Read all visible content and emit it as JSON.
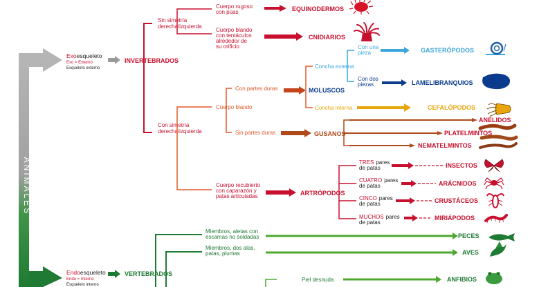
{
  "colors": {
    "red": "#c8102e",
    "orange": "#e2582a",
    "darkorange": "#c4441c",
    "brown": "#b04a1c",
    "lightblue": "#3aa6dc",
    "navy": "#0a3b8c",
    "gold": "#e8a60c",
    "green": "#1f7a33",
    "lightgreen": "#4ca82e",
    "gray": "#a8a8a8"
  },
  "title": "ANIMALES",
  "exo": {
    "prefix": "Exo",
    "word": "esqueleto",
    "note_prefix": "Exo",
    "note_rest": " = Externo",
    "sub_prefix": "Esqueleto ",
    "sub_word": "externo"
  },
  "endo": {
    "prefix": "Endo",
    "word": "esqueleto",
    "note_prefix": "Endo",
    "note_rest": " = Interno",
    "sub_prefix": "Esqueleto ",
    "sub_word": "interno"
  },
  "groups": {
    "invertebrados": "INVERTEBRADOS",
    "vertebrados": "VERTEBRADOS",
    "moluscos": "MOLUSCOS",
    "gusanos": "GUSANOS",
    "artropodos": "ARTRÓPODOS"
  },
  "symmetry": {
    "sin": [
      "Sin simetría",
      "derecha/izquierda"
    ],
    "con": [
      "Con simetría",
      "derecha/izquierda"
    ]
  },
  "no_symmetry_items": [
    {
      "lines": [
        "Cuerpo rugoso",
        "con púas"
      ],
      "result": "EQUINODERMOS",
      "icon": "sea-urchin-icon"
    },
    {
      "lines": [
        "Cuerpo blando",
        "con tentáculos",
        "alrededor de",
        "su orificio"
      ],
      "result": "CNIDIARIOS",
      "icon": "anemone-icon"
    }
  ],
  "cuerpo_blando": "Cuerpo blando",
  "partes_duras": {
    "con": "Con partes duras",
    "sin": "Sin partes duras"
  },
  "concha": {
    "externa": "Concha externa",
    "interna": "Concha interna"
  },
  "shells": [
    {
      "lines": [
        "Con una",
        "pieza"
      ],
      "result": "GASTERÓPODOS",
      "icon": "snail-icon"
    },
    {
      "lines": [
        "Con dos",
        "piezas"
      ],
      "result": "LAMELIBRANQUIOS",
      "icon": "mussel-icon"
    }
  ],
  "cefalopodos": {
    "result": "CEFALÓPODOS",
    "icon": "squid-icon"
  },
  "worms": [
    {
      "result": "ANÉLIDOS",
      "icon": "annelid-icon"
    },
    {
      "result": "PLATELMINTOS",
      "icon": "flatworm-icon"
    },
    {
      "result": "NEMATELMINTOS",
      "icon": "roundworm-icon"
    }
  ],
  "arthropod_body": [
    "Cuerpo recubierto",
    "con caparazón y",
    "patas articuladas"
  ],
  "pares_word": "pares",
  "de_patas": "de patas",
  "legs": [
    {
      "count": "TRES",
      "result": "INSECTOS",
      "icon": "butterfly-icon"
    },
    {
      "count": "CUATRO",
      "result": "ARÁCNIDOS",
      "icon": "spider-icon"
    },
    {
      "count": "CINCO",
      "result": "CRUSTÁCEOS",
      "icon": "lobster-icon"
    },
    {
      "count": "MUCHOS",
      "result": "MIRIÁPODOS",
      "icon": "centipede-icon"
    }
  ],
  "vertebrates": [
    {
      "lines": [
        "Miembros, aletas con",
        "escamas no soldadas"
      ],
      "result": "PECES",
      "icon": "fish-icon"
    },
    {
      "lines": [
        "Miembros, dos alas,",
        "patas, plumas"
      ],
      "result": "AVES",
      "icon": "bird-icon"
    },
    {
      "lines": [
        "Piel desnuda"
      ],
      "result": "ANFIBIOS",
      "icon": "frog-icon"
    }
  ]
}
